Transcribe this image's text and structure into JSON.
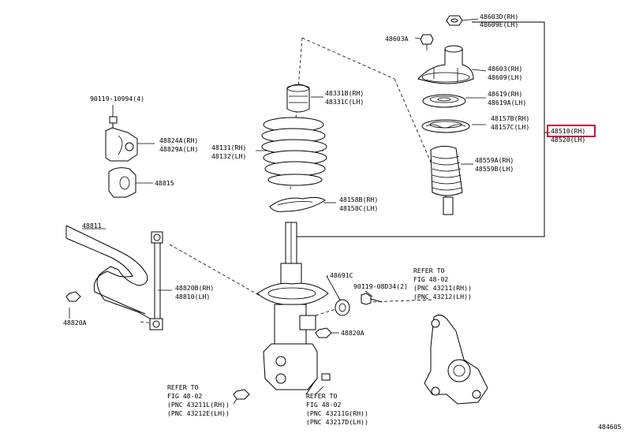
{
  "labels": {
    "p48603D": "48603D(RH)",
    "p48609E": "48609E(LH)",
    "p48603A": "48603A",
    "p48603": "48603(RH)",
    "p48609": "48609(LH)",
    "p48619": "48619(RH)",
    "p48619A": "48619A(LH)",
    "p48157B": "48157B(RH)",
    "p48157C": "48157C(LH)",
    "p48510": "48510(RH)",
    "p48520": "48520(LH)",
    "p48559A": "48559A(RH)",
    "p48559B": "48559B(LH)",
    "p48331B": "48331B(RH)",
    "p48331C": "48331C(LH)",
    "p48131": "48131(RH)",
    "p48132": "48132(LH)",
    "p48158B": "48158B(RH)",
    "p48158C": "48158C(LH)",
    "p90119_10994": "90119-10994(4)",
    "p48824A": "48824A(RH)",
    "p48829A": "48829A(LH)",
    "p48815": "48815",
    "p48811": "48811",
    "p48820B": "48820B(RH)",
    "p48810": "48810(LH)",
    "p48820A_left": "48820A",
    "p48691C": "48691C",
    "p90119_08D34": "90119-08D34(2)",
    "p48820A_mid": "48820A"
  },
  "references": {
    "right": [
      "REFER TO",
      "FIG 48-02",
      "(PNC 43211(RH))",
      "(PNC 43212(LH))"
    ],
    "bottom_left": [
      "REFER TO",
      "FIG 48-02",
      "(PNC 43211L(RH))",
      "(PNC 43212E(LH))"
    ],
    "bottom_mid": [
      "REFER TO",
      "FIG 48-02",
      "(PNC 43211G(RH))",
      "(PNC 43217D(LH))"
    ]
  },
  "figure_id": "484605",
  "highlighted_part": "48510(RH)",
  "colors": {
    "line": "#000000",
    "highlight": "#c0143c",
    "background": "#ffffff"
  }
}
